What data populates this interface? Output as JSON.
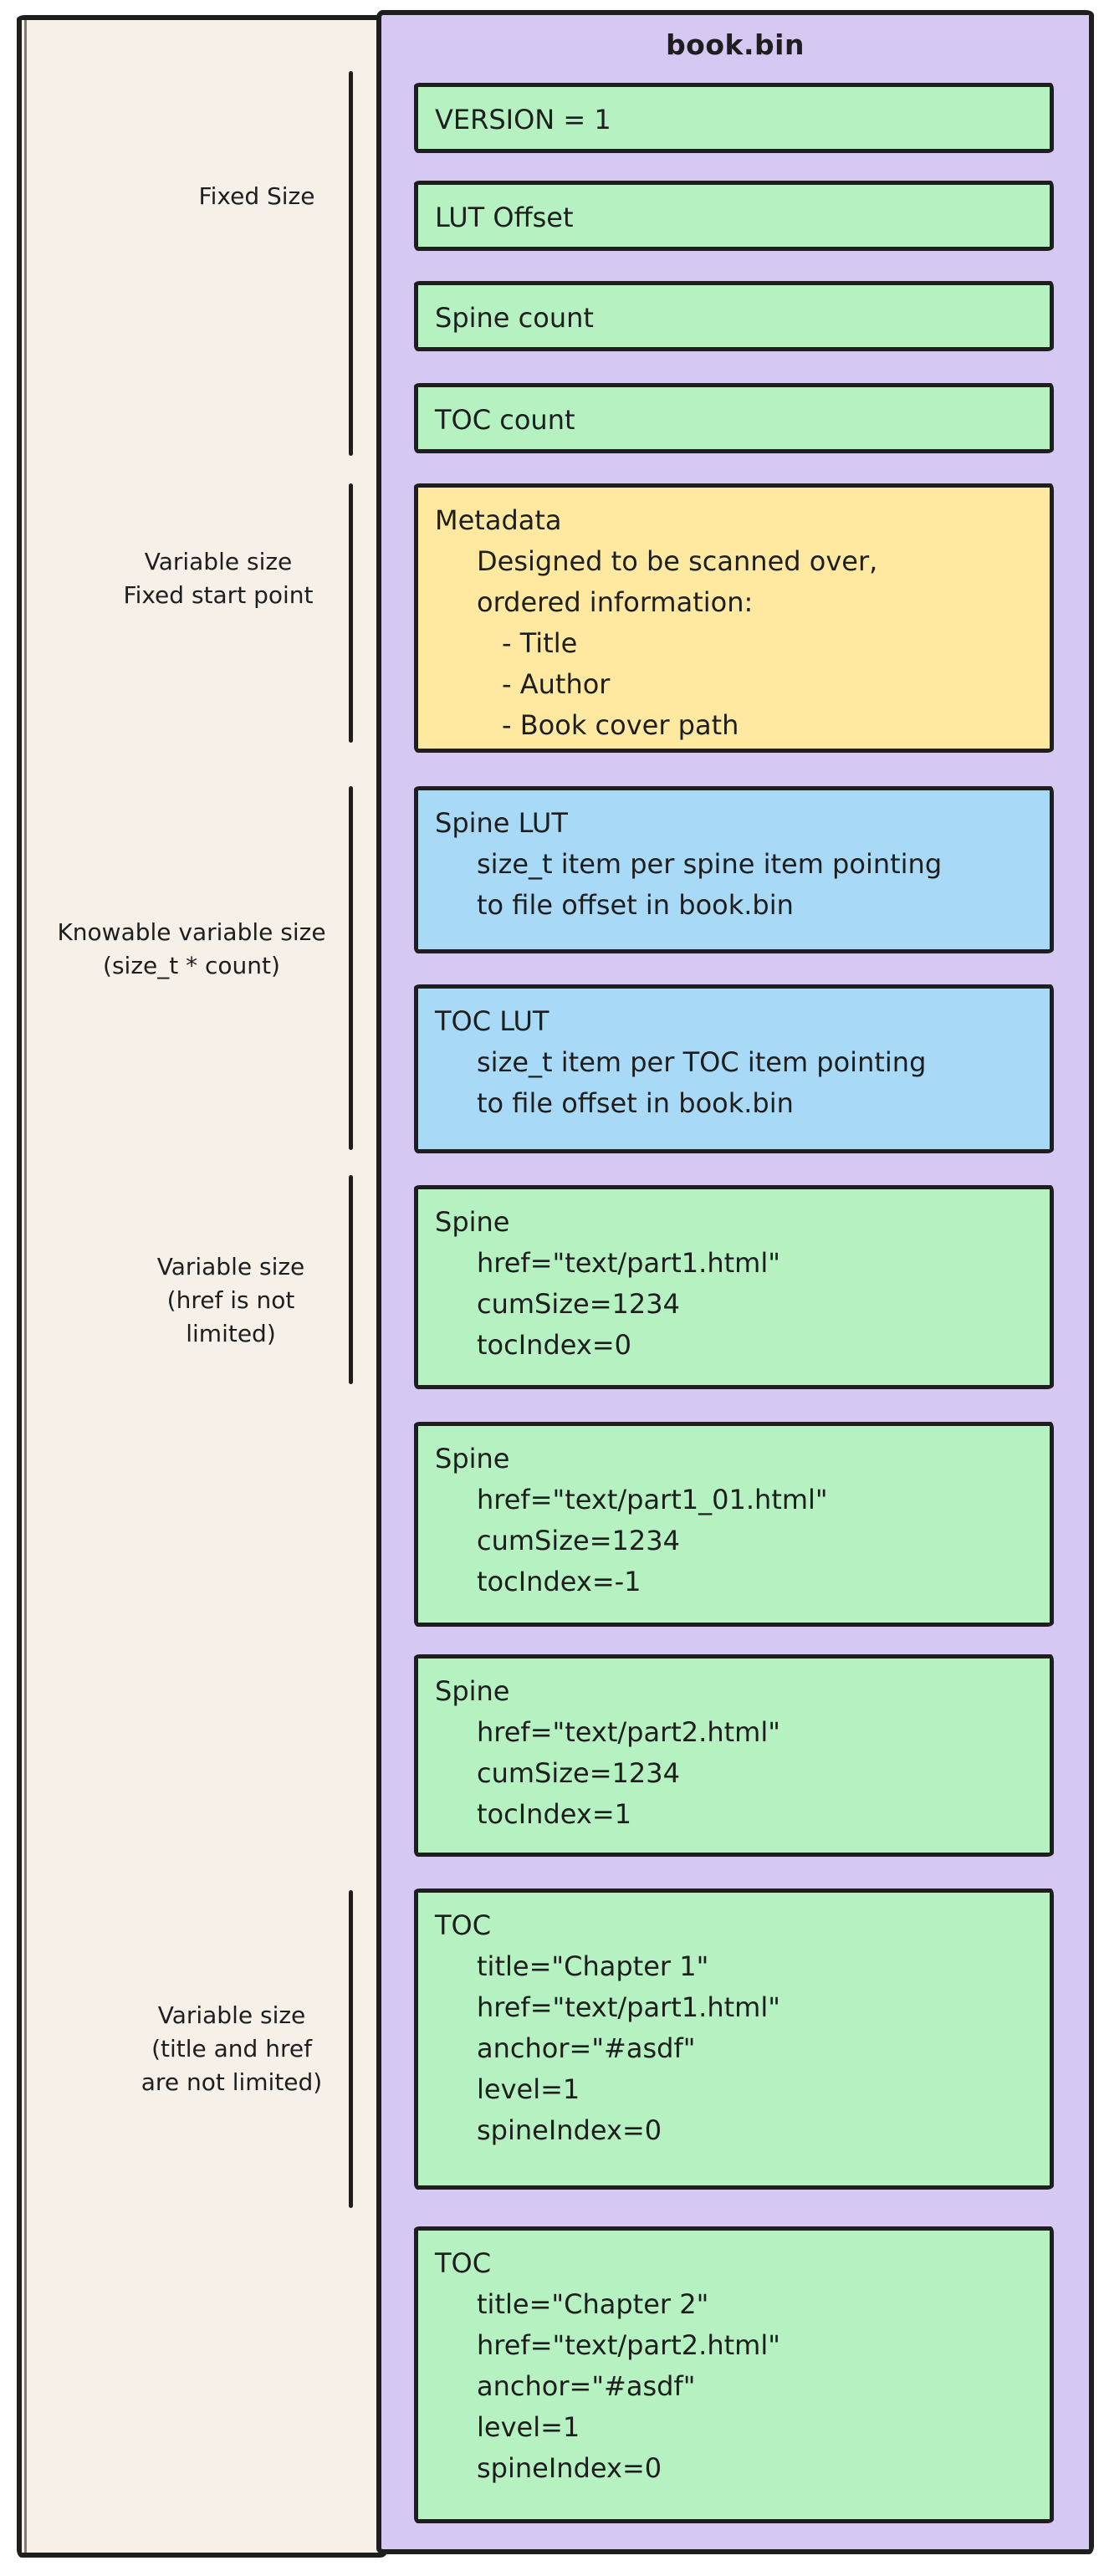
{
  "diagram": {
    "container_title": "book.bin",
    "colors": {
      "canvas_bg": "#ffffff",
      "panel_bg": "#f6f0e9",
      "container_bg": "#d5c8f2",
      "block_green": "#b5f1c1",
      "block_yellow": "#ffe9a0",
      "block_blue": "#a8d9f7",
      "stroke": "#1e1e1e"
    },
    "left_labels": [
      {
        "lines": [
          "Fixed Size"
        ]
      },
      {
        "lines": [
          "Variable size",
          "Fixed start point"
        ]
      },
      {
        "lines": [
          "Knowable variable size",
          "(size_t * count)"
        ]
      },
      {
        "lines": [
          "Variable size",
          "(href is not",
          "limited)"
        ]
      },
      {
        "lines": [
          "Variable size",
          "(title and href",
          "are not limited)"
        ]
      }
    ],
    "blocks": [
      {
        "name": "version",
        "color": "green",
        "lines": [
          "VERSION = 1"
        ]
      },
      {
        "name": "lut-offset",
        "color": "green",
        "lines": [
          "LUT Offset"
        ]
      },
      {
        "name": "spine-count",
        "color": "green",
        "lines": [
          "Spine count"
        ]
      },
      {
        "name": "toc-count",
        "color": "green",
        "lines": [
          "TOC count"
        ]
      },
      {
        "name": "metadata",
        "color": "yellow",
        "lines": [
          "Metadata",
          "Designed to be scanned over,",
          "ordered information:",
          "- Title",
          "- Author",
          "- Book cover path"
        ]
      },
      {
        "name": "spine-lut",
        "color": "blue",
        "lines": [
          "Spine LUT",
          "size_t item per spine item pointing",
          "to file offset in book.bin"
        ]
      },
      {
        "name": "toc-lut",
        "color": "blue",
        "lines": [
          "TOC LUT",
          "size_t item per TOC item pointing",
          "to file offset in book.bin"
        ]
      },
      {
        "name": "spine-1",
        "color": "green",
        "lines": [
          "Spine",
          "href=\"text/part1.html\"",
          "cumSize=1234",
          "tocIndex=0"
        ]
      },
      {
        "name": "spine-2",
        "color": "green",
        "lines": [
          "Spine",
          "href=\"text/part1_01.html\"",
          "cumSize=1234",
          "tocIndex=-1"
        ]
      },
      {
        "name": "spine-3",
        "color": "green",
        "lines": [
          "Spine",
          "href=\"text/part2.html\"",
          "cumSize=1234",
          "tocIndex=1"
        ]
      },
      {
        "name": "toc-1",
        "color": "green",
        "lines": [
          "TOC",
          "title=\"Chapter 1\"",
          "href=\"text/part1.html\"",
          "anchor=\"#asdf\"",
          "level=1",
          "spineIndex=0"
        ]
      },
      {
        "name": "toc-2",
        "color": "green",
        "lines": [
          "TOC",
          "title=\"Chapter 2\"",
          "href=\"text/part2.html\"",
          "anchor=\"#asdf\"",
          "level=1",
          "spineIndex=0"
        ]
      }
    ]
  }
}
